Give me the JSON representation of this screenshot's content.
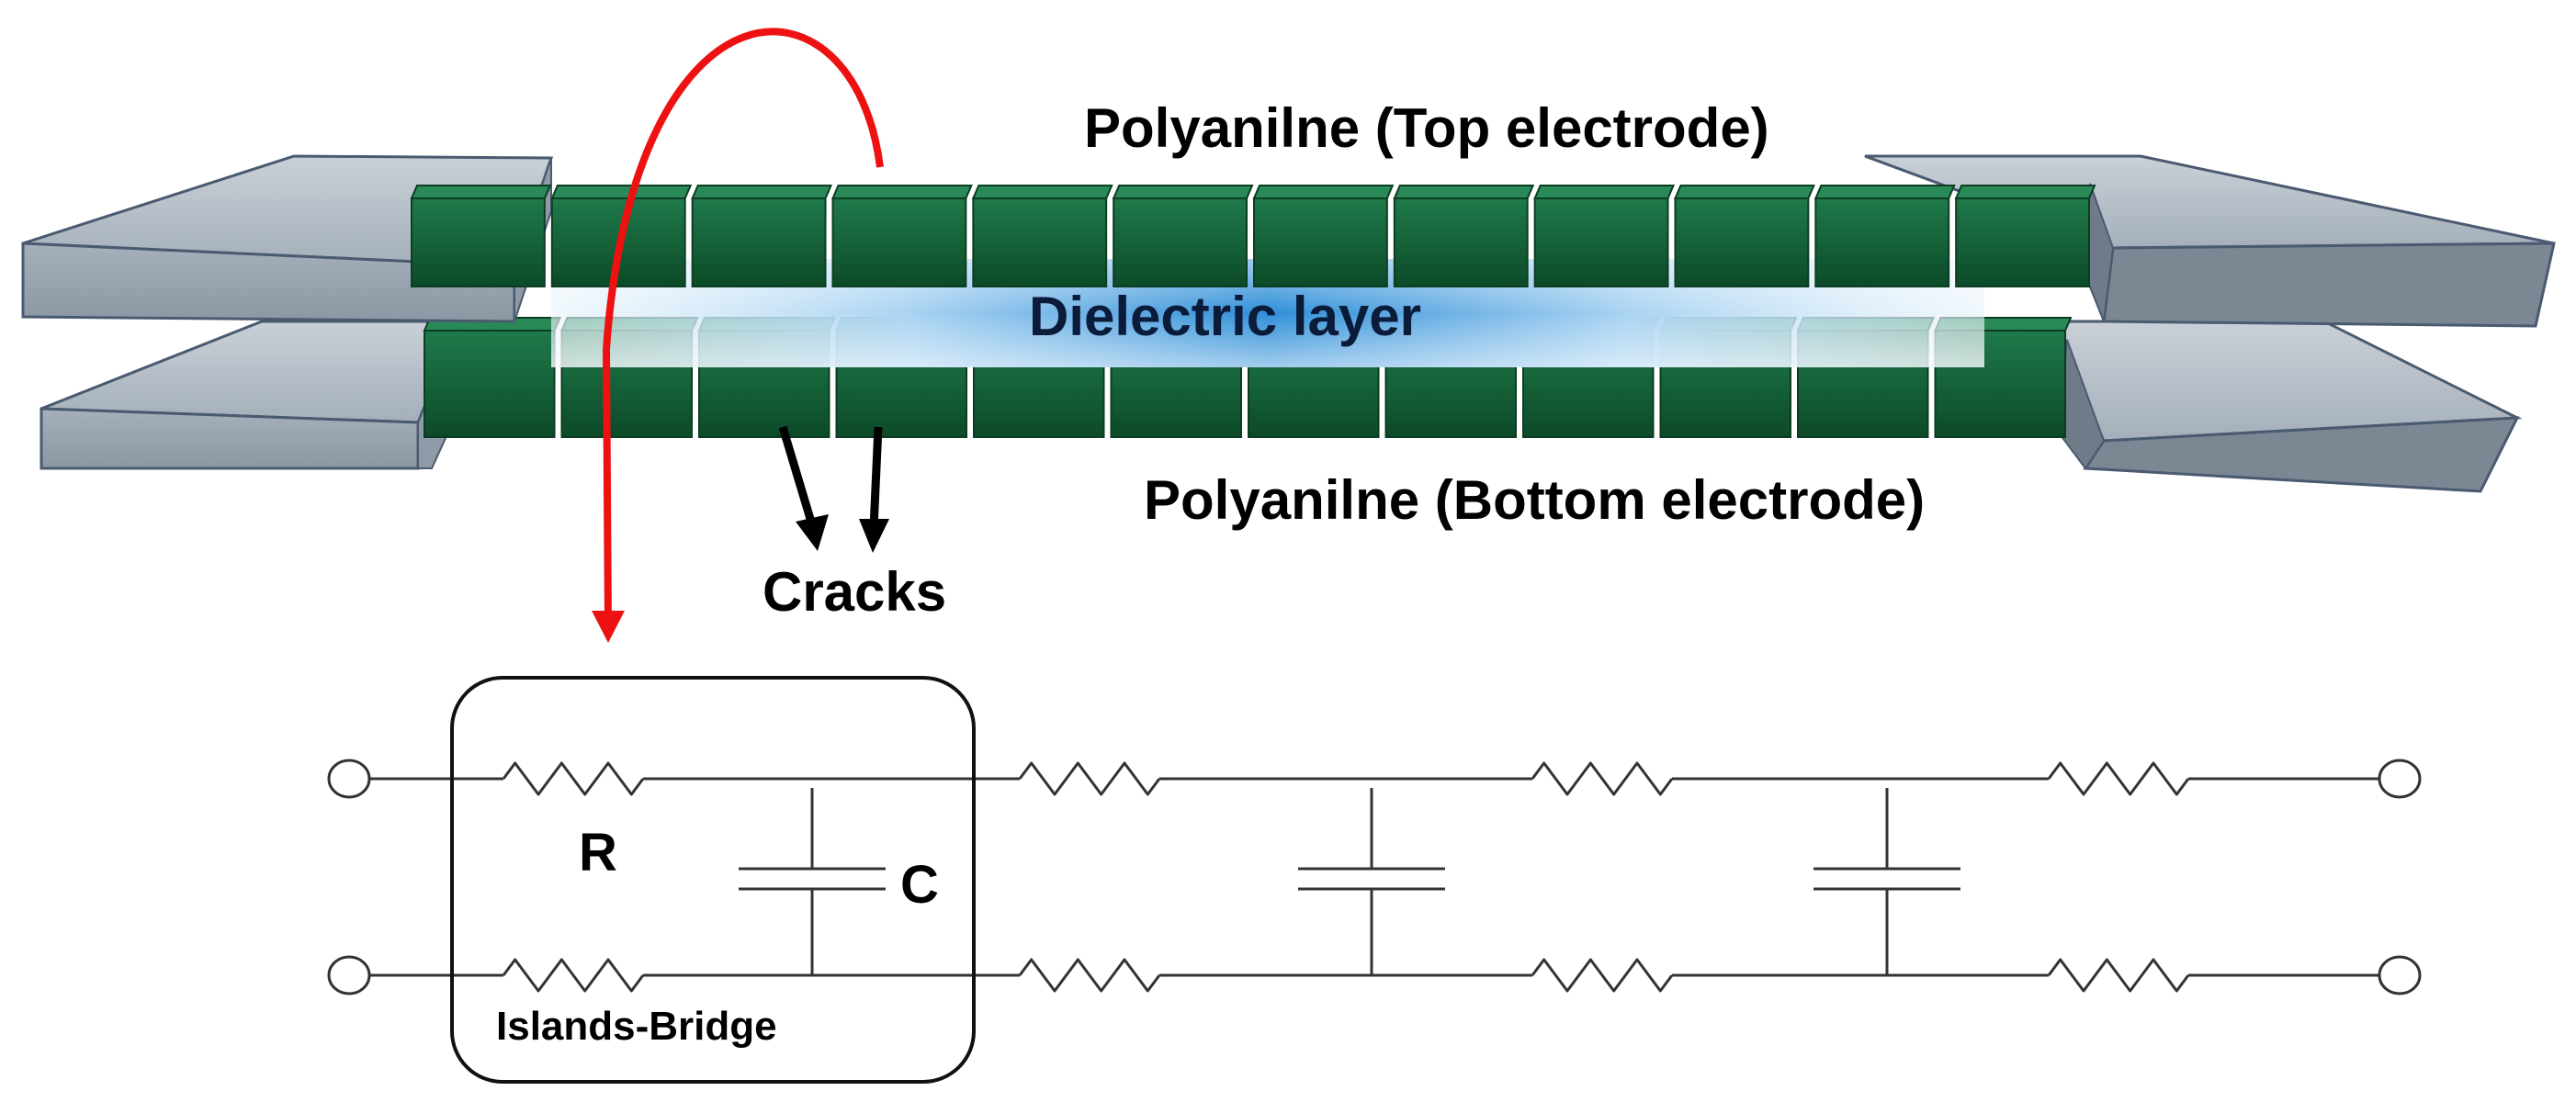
{
  "labels": {
    "top_electrode": "Polyanilne (Top electrode)",
    "bottom_electrode": "Polyanilne (Bottom electrode)",
    "dielectric": "Dielectric layer",
    "cracks": "Cracks",
    "resistor": "R",
    "capacitor": "C",
    "unit_cell": "Islands-Bridge"
  },
  "colors": {
    "island_green": "#135a35",
    "island_green_dark": "#0b3d22",
    "substrate_gray": "#a9b3bd",
    "substrate_edge": "#4a5a70",
    "dielectric_blue": "#2f8fd8",
    "arrow_red": "#ee1111",
    "arrow_black": "#000000",
    "circuit_line": "#333333"
  },
  "structure": {
    "top_island_count": 12,
    "bottom_island_count": 12
  },
  "circuit": {
    "stages": 4,
    "capacitors": 3,
    "terminals_per_side": 2
  }
}
